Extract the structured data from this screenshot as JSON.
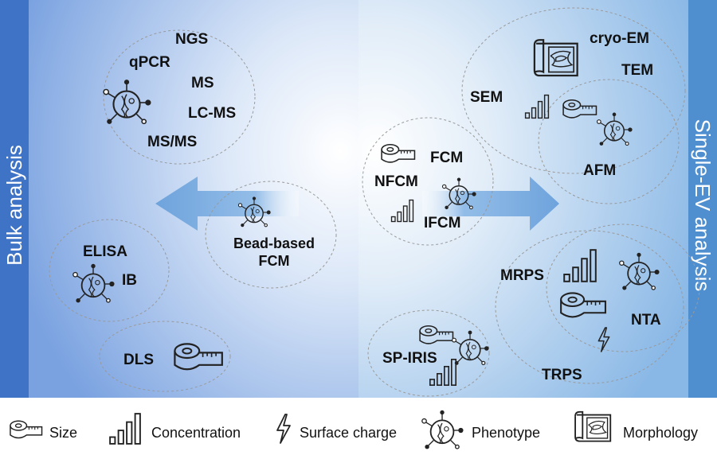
{
  "side_labels": {
    "left": "Bulk analysis",
    "right": "Single-EV analysis"
  },
  "methods": {
    "ngs": "NGS",
    "qpcr": "qPCR",
    "ms": "MS",
    "lcms": "LC-MS",
    "msms": "MS/MS",
    "elisa": "ELISA",
    "ib": "IB",
    "dls": "DLS",
    "bead_line1": "Bead-based",
    "bead_line2": "FCM",
    "fcm": "FCM",
    "nfcm": "NFCM",
    "ifcm": "IFCM",
    "spiris": "SP-IRIS",
    "cryoem": "cryo-EM",
    "tem": "TEM",
    "sem": "SEM",
    "afm": "AFM",
    "mrps": "MRPS",
    "nta": "NTA",
    "trps": "TRPS"
  },
  "legend": {
    "size": "Size",
    "concentration": "Concentration",
    "surface_charge": "Surface charge",
    "phenotype": "Phenotype",
    "morphology": "Morphology"
  },
  "colors": {
    "left_bar": "#3f73c6",
    "right_bar": "#4f8fd0",
    "arrow": "#6fa5dc",
    "circle_stroke": "#9a9a9a"
  }
}
